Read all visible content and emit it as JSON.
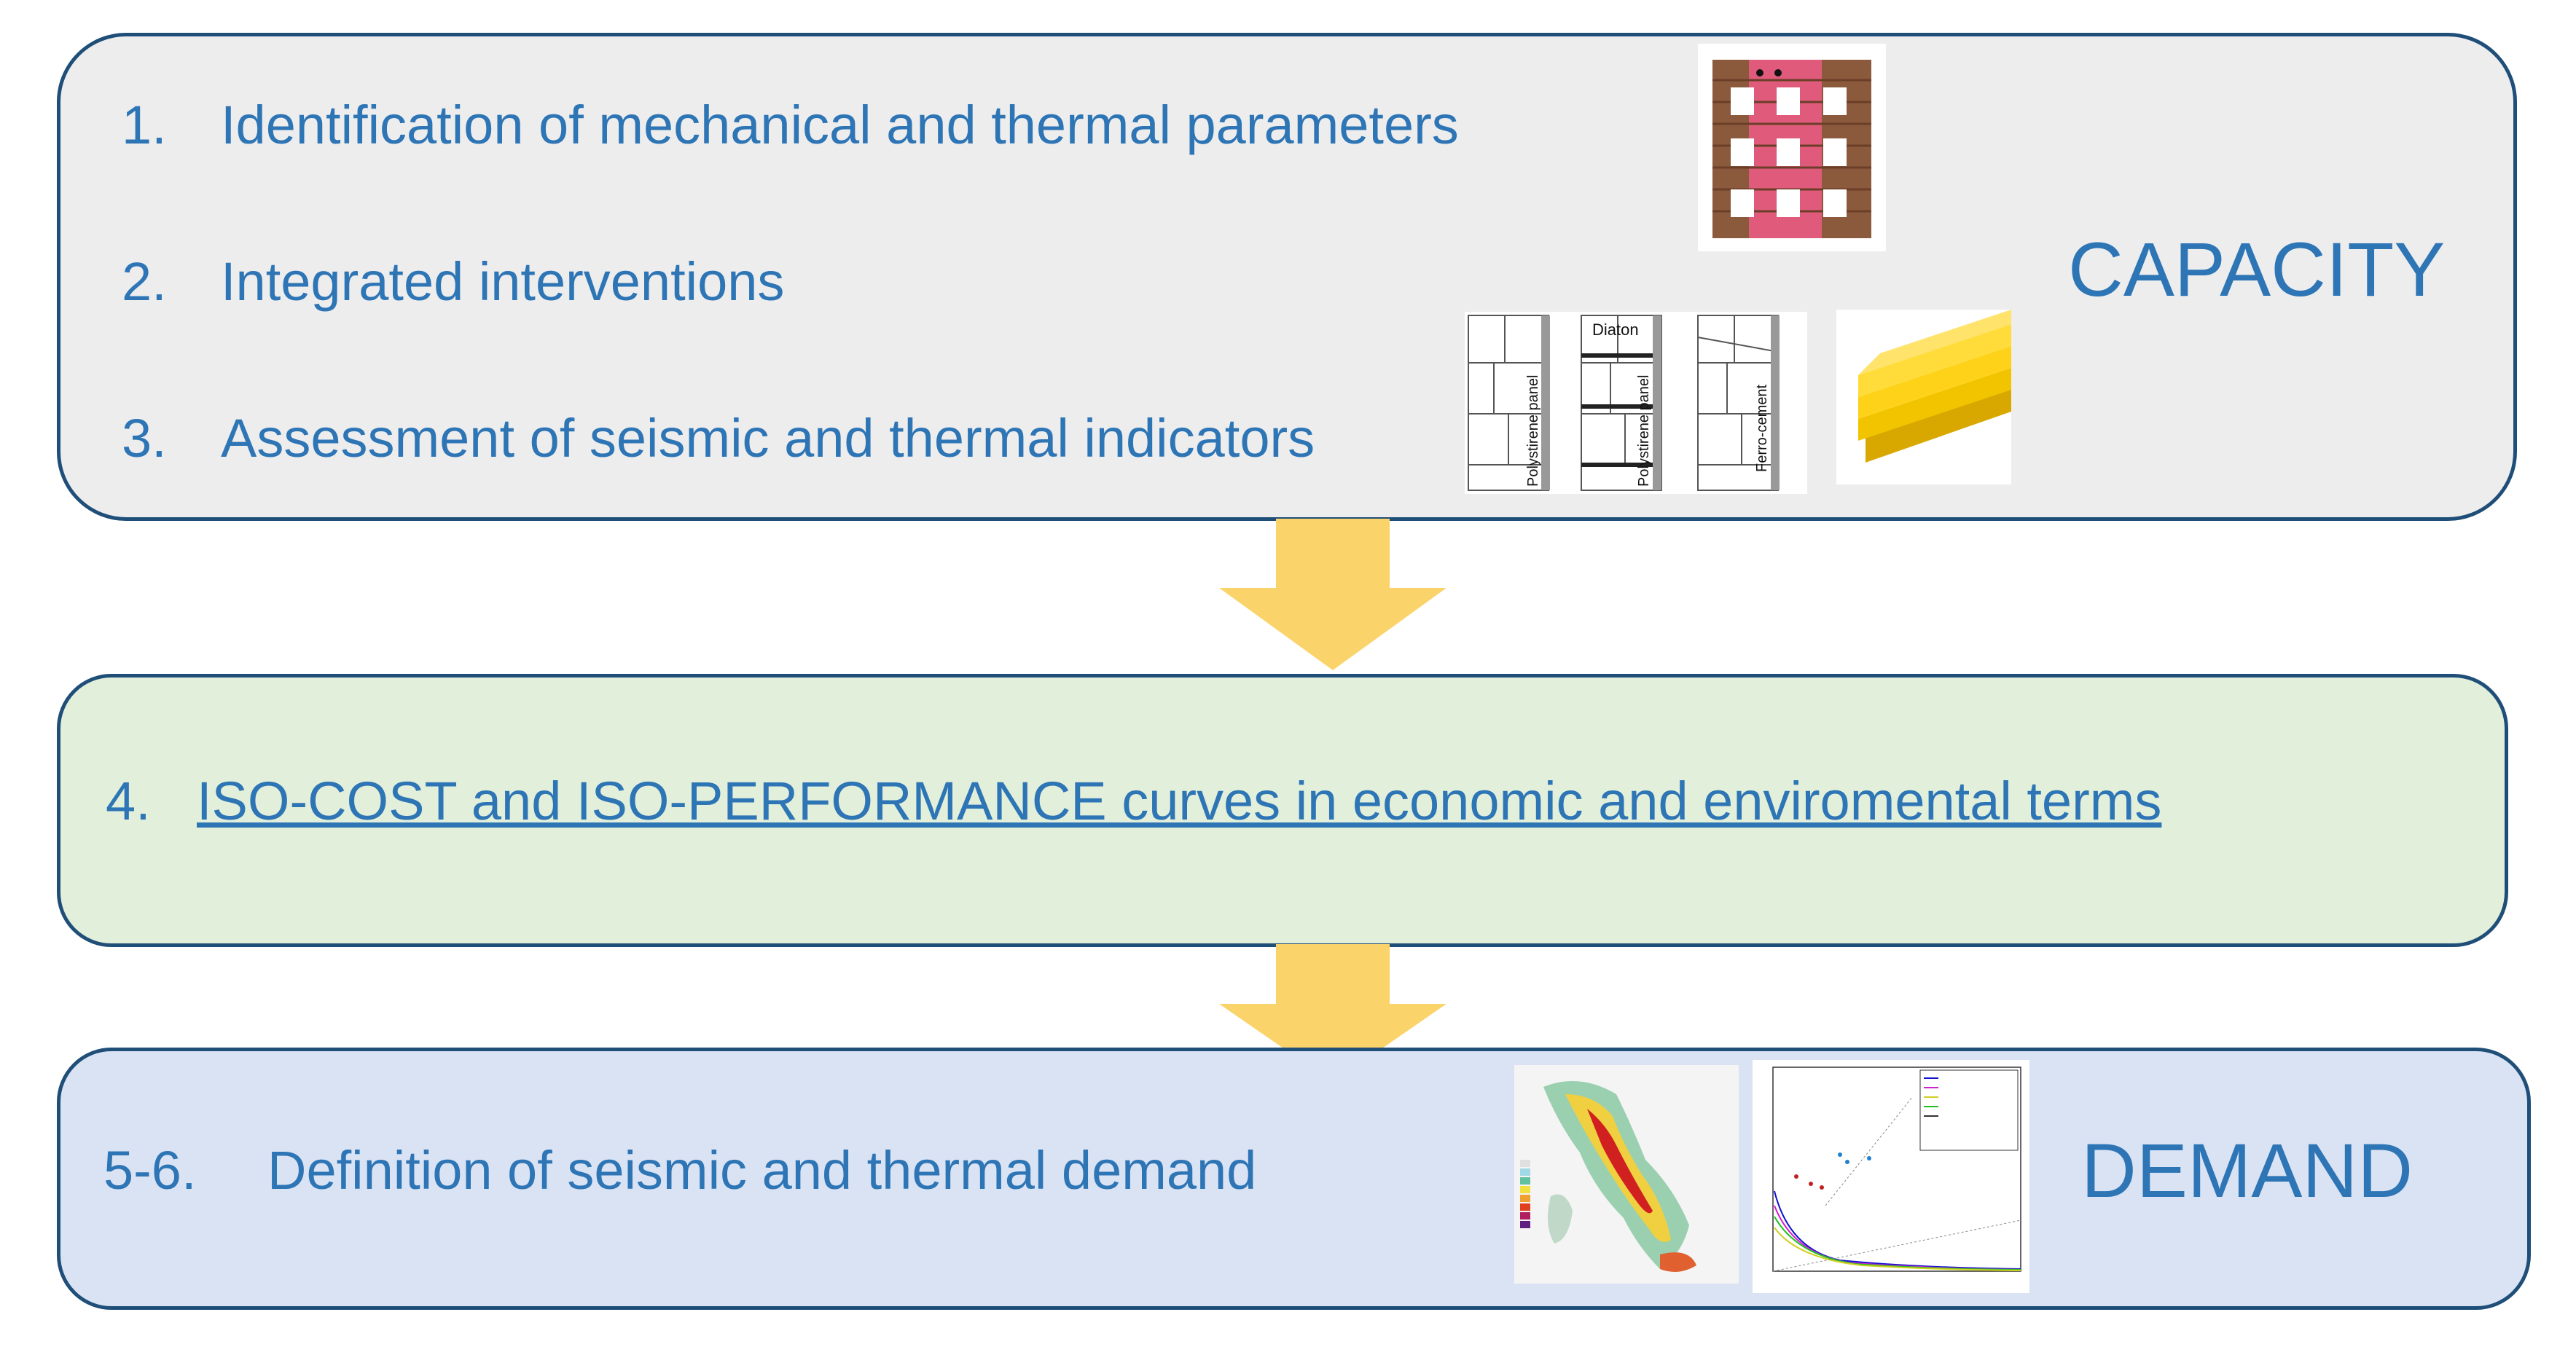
{
  "capacity": {
    "items": [
      {
        "number": "1.",
        "text": "Identification of mechanical and thermal parameters"
      },
      {
        "number": "2.",
        "text": "Integrated interventions"
      },
      {
        "number": "3.",
        "text": "Assessment of seismic and thermal indicators"
      }
    ],
    "label": "CAPACITY",
    "panel_labels": [
      "Polystirene panel",
      "Diaton",
      "Polystirene panel",
      "Ferro-cement"
    ]
  },
  "iso": {
    "number": "4.",
    "text": "ISO-COST and ISO-PERFORMANCE curves in economic and enviromental terms"
  },
  "demand": {
    "number": "5-6.",
    "text": "Definition of seismic and thermal demand",
    "label": "DEMAND"
  },
  "colors": {
    "border": "#1f4e79",
    "text": "#2e75b6",
    "capacity_fill": "#ededed",
    "iso_fill": "#e2efda",
    "demand_fill": "#dae3f3",
    "arrow": "#fbd36b"
  }
}
